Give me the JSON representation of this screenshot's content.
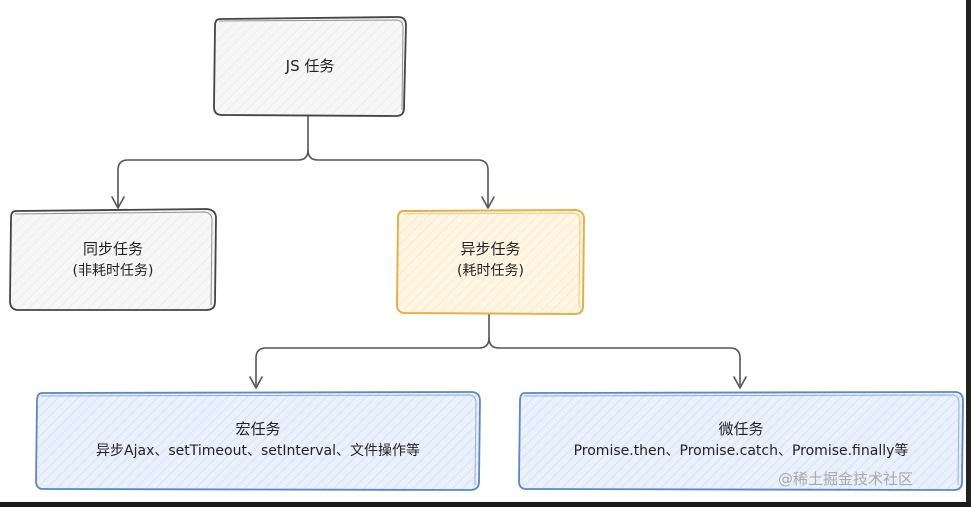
{
  "nodes": {
    "js_task": {
      "label": "JS 任务"
    },
    "sync_task": {
      "label": "同步任务",
      "sublabel": "(非耗时任务)"
    },
    "async_task": {
      "label": "异步任务",
      "sublabel": "(耗时任务)"
    },
    "macro_task": {
      "label": "宏任务",
      "sublabel": "异步Ajax、setTimeout、setInterval、文件操作等"
    },
    "micro_task": {
      "label": "微任务",
      "sublabel": "Promise.then、Promise.catch、Promise.finally等"
    }
  },
  "edges": [
    {
      "from": "js_task",
      "to": "sync_task"
    },
    {
      "from": "js_task",
      "to": "async_task"
    },
    {
      "from": "async_task",
      "to": "macro_task"
    },
    {
      "from": "async_task",
      "to": "micro_task"
    }
  ],
  "colors": {
    "gray_fill": "#f6f6f6",
    "gray_stroke": "#444444",
    "orange_fill": "#fff3df",
    "orange_stroke": "#e3b14a",
    "blue_fill": "#e6eefb",
    "blue_stroke": "#5b87c5",
    "line": "#555555"
  },
  "watermark": "@稀土掘金技术社区"
}
